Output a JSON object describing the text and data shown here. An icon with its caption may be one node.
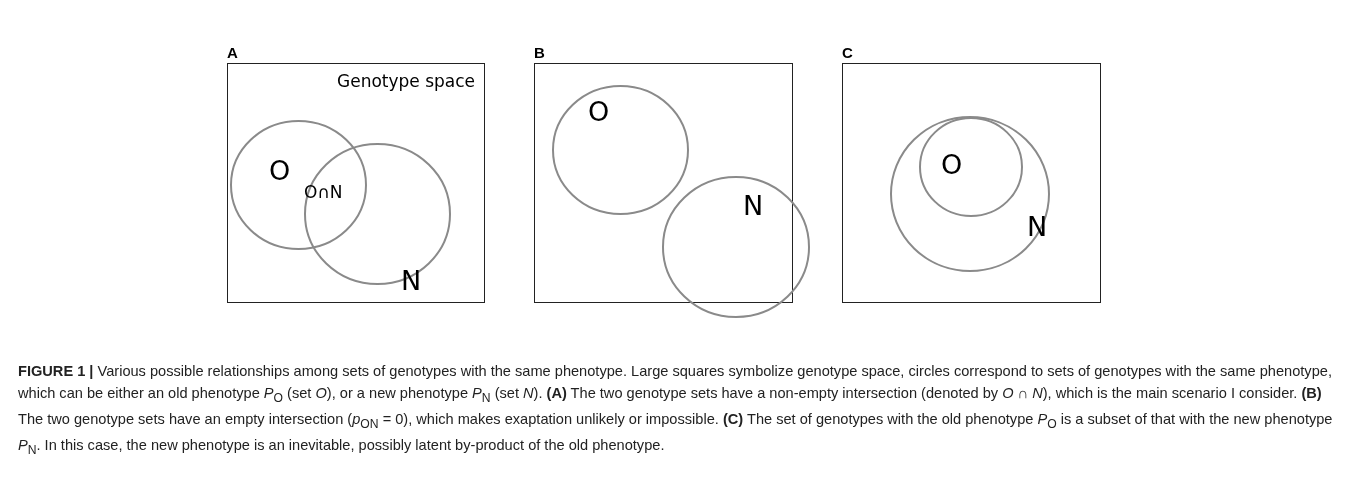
{
  "diagram": {
    "caption": "**FIGURE 1 |** Various possible relationships among sets of genotypes with the same phenotype. Large squares symbolize genotype space, circles correspond to sets of genotypes with the same phenotype, which can be either an old phenotype *P*$_{O}$ (set *O*), or a new phenotype *P*$_{N}$ (set *N*). **(A)** The two genotype sets have a non-empty intersection (denoted by *O* ∩ *N*), which is the main scenario I consider. **(B)** The two genotype sets have an empty intersection (*p*$_{ON}$ = 0), which makes exaptation unlikely or impossible. **(C)** The set of genotypes with the old phenotype *P*$_{O}$ is a subset of that with the new phenotype *P*$_{N}$. In this case, the new phenotype is an inevitable, possibly latent by-product of the old phenotype.",
    "nodes": [
      {
        "text": [
          "A",
          "Genotype space"
        ]
      },
      {
        "text": [
          "O"
        ],
        "in": 0
      },
      {
        "text": [
          "N"
        ],
        "in": 0
      },
      {
        "text": [
          "B"
        ]
      },
      {
        "text": [
          "O"
        ],
        "in": 3
      },
      {
        "text": [
          "N"
        ],
        "in": 3
      },
      {
        "text": [
          "C"
        ]
      },
      {
        "text": [
          "N"
        ],
        "in": 6
      },
      {
        "text": [
          "O"
        ],
        "in": 7
      }
    ],
    "edges": [],
    "labels": [
      "O∩N"
    ]
  }
}
